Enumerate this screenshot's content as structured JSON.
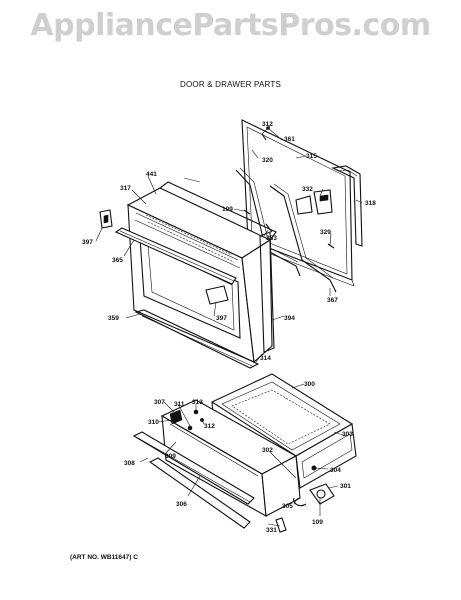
{
  "watermark": "AppliancePartsPros.com",
  "title": "DOOR & DRAWER PARTS",
  "art_number": "(ART NO. WB11647) C",
  "callouts": [
    {
      "label": "312"
    },
    {
      "label": "361"
    },
    {
      "label": "320"
    },
    {
      "label": "315"
    },
    {
      "label": "441"
    },
    {
      "label": "317"
    },
    {
      "label": "332"
    },
    {
      "label": "318"
    },
    {
      "label": "109"
    },
    {
      "label": "329"
    },
    {
      "label": "397"
    },
    {
      "label": "353"
    },
    {
      "label": "365"
    },
    {
      "label": "397"
    },
    {
      "label": "367"
    },
    {
      "label": "359"
    },
    {
      "label": "394"
    },
    {
      "label": "314"
    },
    {
      "label": "300"
    },
    {
      "label": "307"
    },
    {
      "label": "311"
    },
    {
      "label": "313"
    },
    {
      "label": "312"
    },
    {
      "label": "310"
    },
    {
      "label": "303"
    },
    {
      "label": "302"
    },
    {
      "label": "309"
    },
    {
      "label": "308"
    },
    {
      "label": "304"
    },
    {
      "label": "301"
    },
    {
      "label": "305"
    },
    {
      "label": "306"
    },
    {
      "label": "109"
    },
    {
      "label": "331"
    }
  ]
}
